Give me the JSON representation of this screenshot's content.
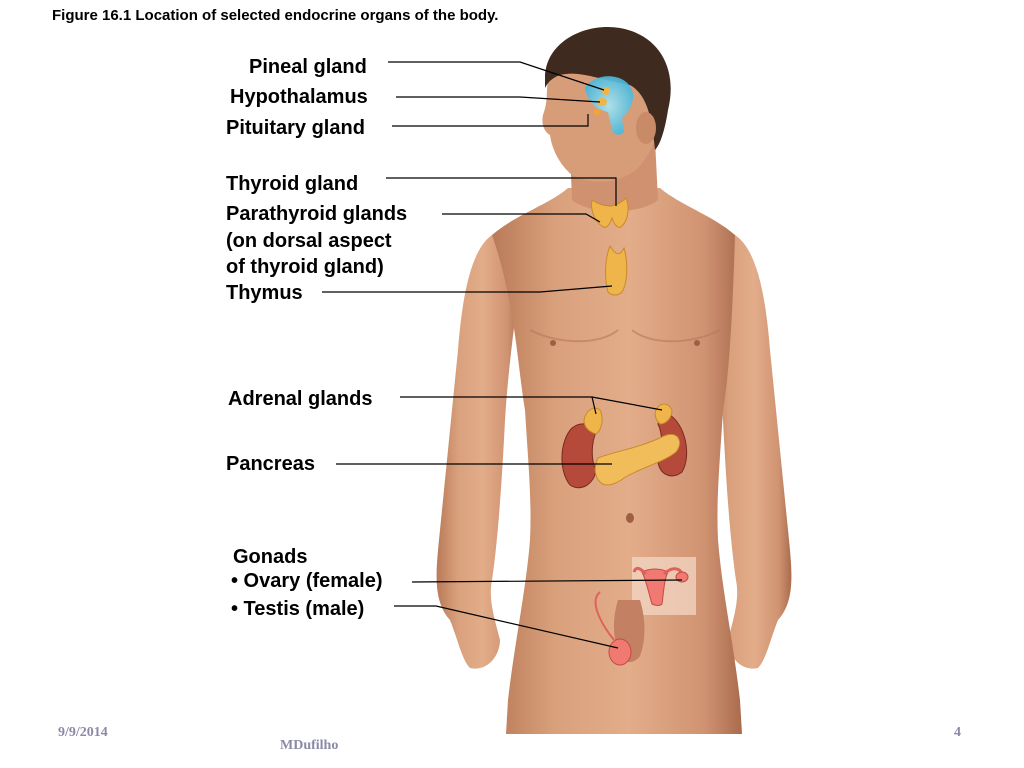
{
  "title": "Figure 16.1  Location of selected endocrine organs of the body.",
  "labels": {
    "pineal": "Pineal gland",
    "hypothalamus": "Hypothalamus",
    "pituitary": "Pituitary gland",
    "thyroid": "Thyroid gland",
    "parathyroid_1": "Parathyroid glands",
    "parathyroid_2": "(on dorsal aspect",
    "parathyroid_3": "of thyroid gland)",
    "thymus": "Thymus",
    "adrenal": "Adrenal glands",
    "pancreas": "Pancreas",
    "gonads": "Gonads",
    "ovary": "• Ovary (female)",
    "testis": "• Testis (male)"
  },
  "footer": {
    "date": "9/9/2014",
    "author": "MDufilho",
    "page": "4"
  },
  "colors": {
    "skin": "#d9a07c",
    "skin_shadow": "#b97a58",
    "hair": "#3e2a1e",
    "brain": "#5cc7e6",
    "gland": "#f0b54a",
    "kidney": "#b5493a",
    "gonad": "#f07a72",
    "leader": "#000000"
  }
}
